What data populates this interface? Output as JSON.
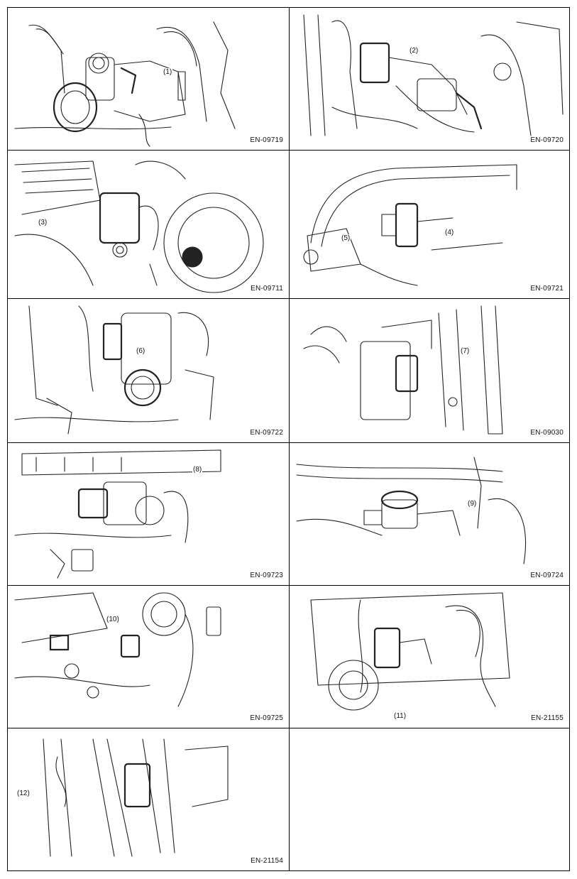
{
  "figures": [
    {
      "code": "EN-09719",
      "callouts": [
        "(1)"
      ]
    },
    {
      "code": "EN-09720",
      "callouts": [
        "(2)"
      ]
    },
    {
      "code": "EN-09711",
      "callouts": [
        "(3)"
      ]
    },
    {
      "code": "EN-09721",
      "callouts": [
        "(4)",
        "(5)"
      ]
    },
    {
      "code": "EN-09722",
      "callouts": [
        "(6)"
      ]
    },
    {
      "code": "EN-09030",
      "callouts": [
        "(7)"
      ]
    },
    {
      "code": "EN-09723",
      "callouts": [
        "(8)"
      ]
    },
    {
      "code": "EN-09724",
      "callouts": [
        "(9)"
      ]
    },
    {
      "code": "EN-09725",
      "callouts": [
        "(10)"
      ]
    },
    {
      "code": "EN-21155",
      "callouts": [
        "(11)"
      ]
    },
    {
      "code": "EN-21154",
      "callouts": [
        "(12)"
      ]
    }
  ],
  "illustration_style": "black line-art engine component drawings"
}
